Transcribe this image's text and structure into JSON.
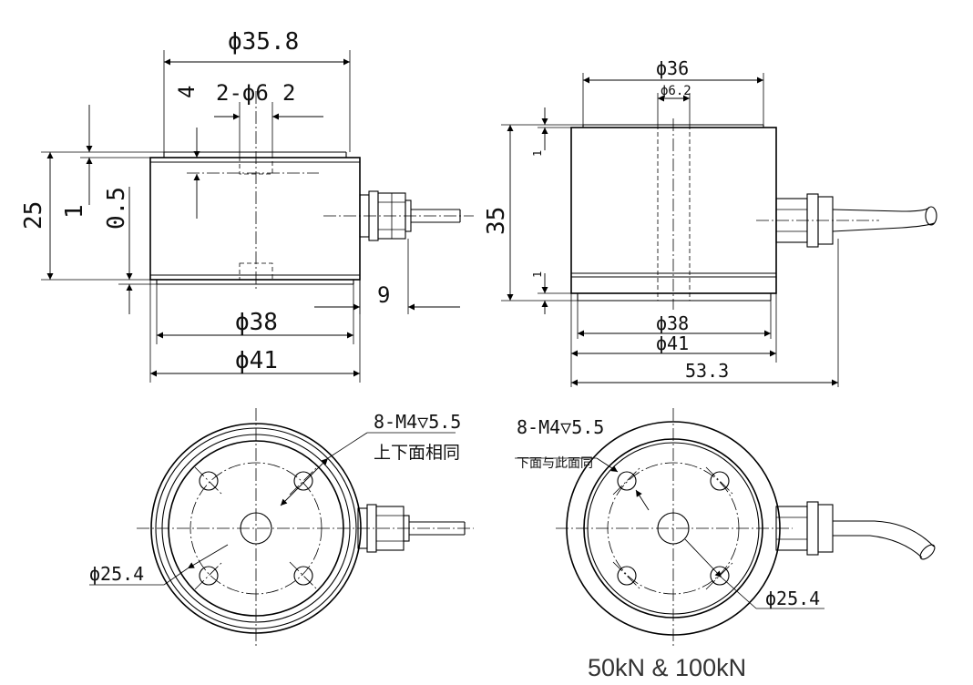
{
  "drawing": {
    "caption": "50kN & 100kN",
    "front_view": {
      "dim_top_width": "ϕ35.8",
      "dim_hole": "2-ϕ6",
      "dim_hole_offset": "2",
      "dim_4": "4",
      "dim_height": "25",
      "dim_1": "1",
      "dim_05": "0.5",
      "dim_9": "9",
      "dim_38": "ϕ38",
      "dim_41": "ϕ41"
    },
    "side_view": {
      "dim_36": "ϕ36",
      "dim_62": "ϕ6.2",
      "dim_35": "35",
      "dim_1_top": "1",
      "dim_1_bottom": "1",
      "dim_38": "ϕ38",
      "dim_41": "ϕ41",
      "dim_533": "53.3"
    },
    "top_view_left": {
      "thread_note": "8-M4▽5.5",
      "same_note": "上下面相同",
      "pcd": "ϕ25.4"
    },
    "top_view_right": {
      "thread_note": "8-M4▽5.5",
      "same_note": "下面与此面同",
      "pcd": "ϕ25.4"
    }
  }
}
